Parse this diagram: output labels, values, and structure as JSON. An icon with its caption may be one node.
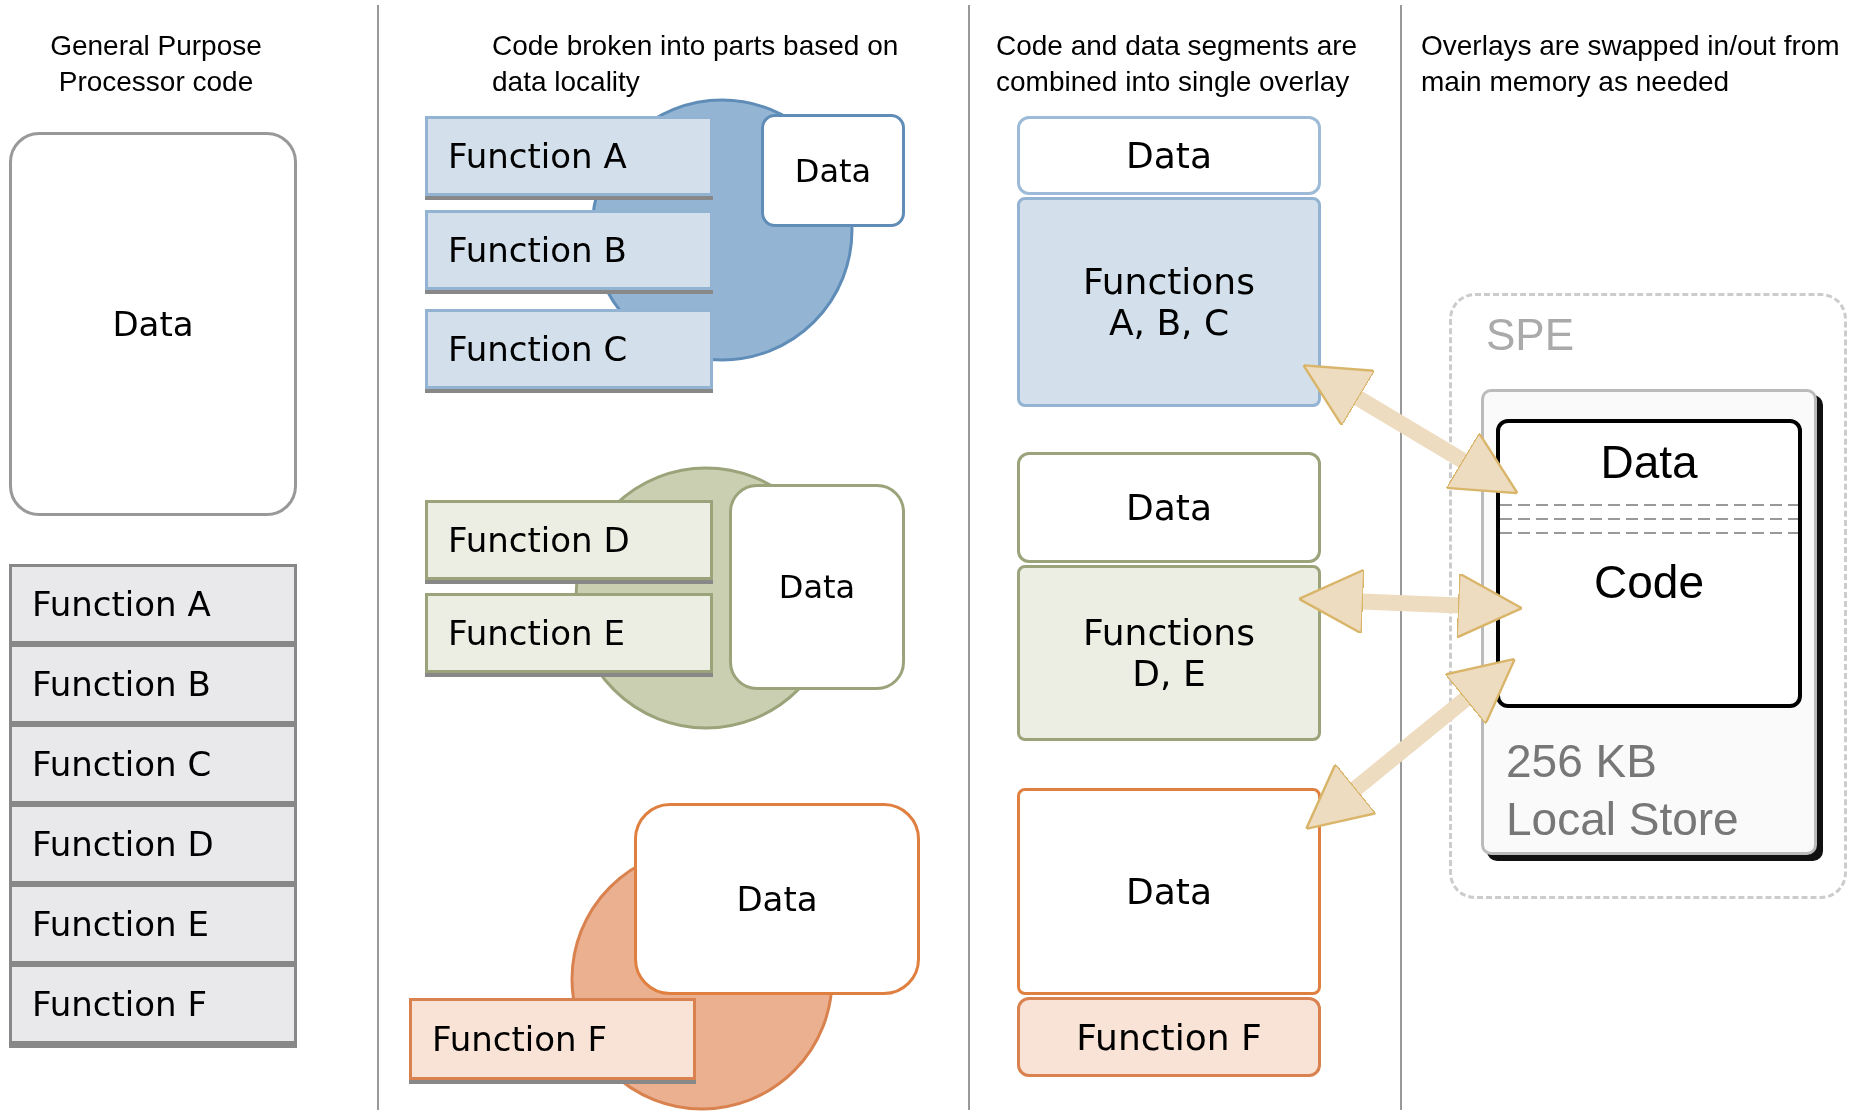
{
  "diagram": {
    "nodes": [
      {
        "text": [
          "Data"
        ]
      },
      {
        "text": [
          "Function A"
        ]
      },
      {
        "text": [
          "Function B"
        ]
      },
      {
        "text": [
          "Function C"
        ]
      },
      {
        "text": [
          "Function D"
        ]
      },
      {
        "text": [
          "Function E"
        ]
      },
      {
        "text": [
          "Function F"
        ]
      },
      {
        "text": [
          "Function A"
        ]
      },
      {
        "text": [
          "Function B"
        ]
      },
      {
        "text": [
          "Function C"
        ]
      },
      {
        "text": [
          "Data"
        ]
      },
      {
        "text": [
          "Function D"
        ]
      },
      {
        "text": [
          "Function E"
        ]
      },
      {
        "text": [
          "Data"
        ]
      },
      {
        "text": [
          "Data"
        ]
      },
      {
        "text": [
          "Function F"
        ]
      },
      {
        "text": [
          "Data"
        ]
      },
      {
        "text": [
          "Functions A, B, C"
        ]
      },
      {
        "text": [
          "Data"
        ]
      },
      {
        "text": [
          "Functions D, E"
        ]
      },
      {
        "text": [
          "Data"
        ]
      },
      {
        "text": [
          "Function F"
        ]
      },
      {
        "text": [
          "SPE"
        ]
      },
      {
        "text": [
          "256 KB Local Store"
        ],
        "in": 22
      },
      {
        "text": [
          "Data",
          "Code"
        ],
        "in": 23
      }
    ],
    "edges": [
      {
        "from": 17,
        "to": 24,
        "arrow": "both"
      },
      {
        "from": 19,
        "to": 24,
        "arrow": "both"
      },
      {
        "from": 20,
        "to": 24,
        "arrow": "both"
      }
    ],
    "labels": [
      "General Purpose Processor code",
      "Code broken into parts based on data locality",
      "Code and data segments are combined into single overlay",
      "Overlays are swapped in/out from main memory as needed"
    ]
  }
}
